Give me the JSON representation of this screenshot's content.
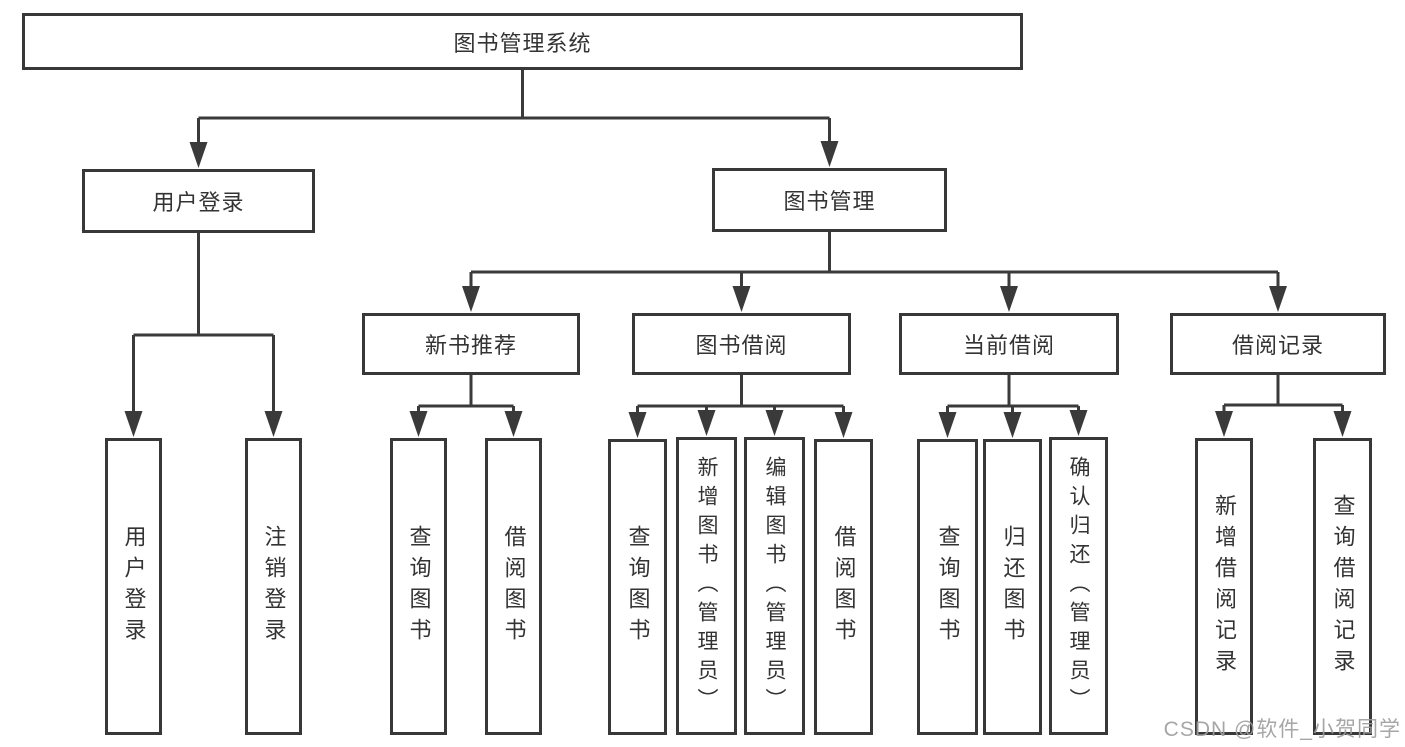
{
  "diagram": {
    "title": "图书管理系统",
    "type": "hierarchy-tree",
    "colors": {
      "line": "#3a3a3a",
      "box_border": "#383838",
      "text": "#333333",
      "background": "#ffffff",
      "watermark": "#9f9f9f"
    },
    "nodes": {
      "root": {
        "label": "图书管理系统"
      },
      "level2": [
        {
          "id": "user-login",
          "label": "用户登录"
        },
        {
          "id": "book-management",
          "label": "图书管理"
        }
      ],
      "level3": [
        {
          "id": "new-book-recommend",
          "label": "新书推荐",
          "parent": "book-management"
        },
        {
          "id": "book-borrowing",
          "label": "图书借阅",
          "parent": "book-management"
        },
        {
          "id": "current-borrowing",
          "label": "当前借阅",
          "parent": "book-management"
        },
        {
          "id": "borrowing-records",
          "label": "借阅记录",
          "parent": "book-management"
        }
      ],
      "leaves": [
        {
          "id": "leaf-user-login",
          "label": "用户登录",
          "parent": "user-login"
        },
        {
          "id": "leaf-logout",
          "label": "注销登录",
          "parent": "user-login"
        },
        {
          "id": "leaf-query-books-recommend",
          "label": "查询图书",
          "parent": "new-book-recommend"
        },
        {
          "id": "leaf-borrow-books-recommend",
          "label": "借阅图书",
          "parent": "new-book-recommend"
        },
        {
          "id": "leaf-query-books-borrowing",
          "label": "查询图书",
          "parent": "book-borrowing"
        },
        {
          "id": "leaf-add-books-admin",
          "label": "新增图书（管理员）",
          "parent": "book-borrowing"
        },
        {
          "id": "leaf-edit-books-admin",
          "label": "编辑图书（管理员）",
          "parent": "book-borrowing"
        },
        {
          "id": "leaf-borrow-books-borrowing",
          "label": "借阅图书",
          "parent": "book-borrowing"
        },
        {
          "id": "leaf-query-books-current",
          "label": "查询图书",
          "parent": "current-borrowing"
        },
        {
          "id": "leaf-return-books",
          "label": "归还图书",
          "parent": "current-borrowing"
        },
        {
          "id": "leaf-confirm-return-admin",
          "label": "确认归还（管理员）",
          "parent": "current-borrowing"
        },
        {
          "id": "leaf-add-borrow-record",
          "label": "新增借阅记录",
          "parent": "borrowing-records"
        },
        {
          "id": "leaf-query-borrow-record",
          "label": "查询借阅记录",
          "parent": "borrowing-records"
        }
      ]
    },
    "watermark": "CSDN @软件_小贺同学"
  }
}
